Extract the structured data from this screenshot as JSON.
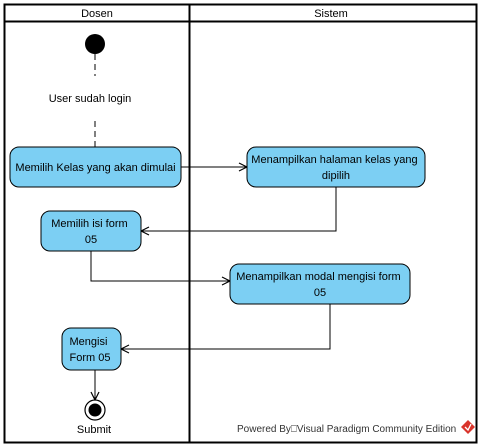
{
  "swimlanes": [
    {
      "id": "dosen",
      "title": "Dosen"
    },
    {
      "id": "sistem",
      "title": "Sistem"
    }
  ],
  "nodes": {
    "start_label": "User sudah login",
    "act1": {
      "lines": [
        "Memilih Kelas yang akan dimulai"
      ]
    },
    "act2": {
      "lines": [
        "Menampilkan halaman kelas yang",
        "dipilih"
      ]
    },
    "act3": {
      "lines": [
        "Memilih isi form",
        "05"
      ]
    },
    "act4": {
      "lines": [
        "Menampilkan modal mengisi form",
        "05"
      ]
    },
    "act5": {
      "lines": [
        "Mengisi",
        "Form 05"
      ]
    },
    "end_label": "Submit"
  },
  "watermark": "Powered By⎕Visual Paradigm Community Edition",
  "colors": {
    "activity_fill": "#7ccff3",
    "stroke": "#000000",
    "background": "#ffffff",
    "logo_red": "#d9342b"
  }
}
